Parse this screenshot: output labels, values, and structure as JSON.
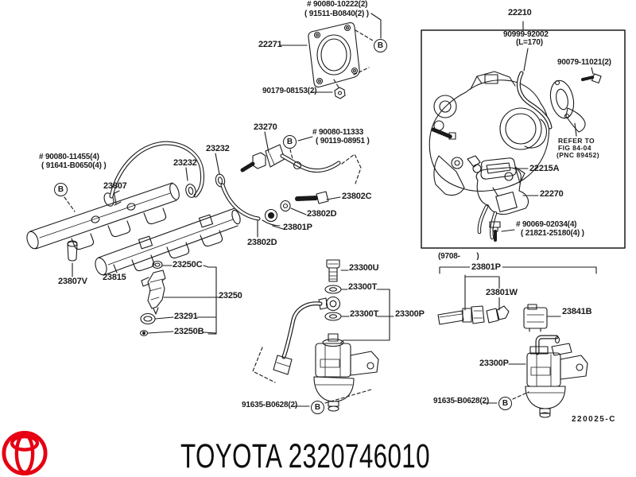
{
  "callout": {
    "letter": "B"
  },
  "drawing_code": "220025-C",
  "footer": {
    "text": "TOYOTA 2320746010"
  },
  "colors": {
    "toyota_red": "#e60012",
    "line": "#1a1a1a",
    "background": "#ffffff"
  },
  "parts": {
    "p90080_10222": "# 90080-10222(2)",
    "p91511_B0840": "( 91511-B0840(2) )",
    "p22271": "22271",
    "p90179_08153": "90179-08153(2)",
    "p22210": "22210",
    "p90999_92002": "90999-92002",
    "p90999_len": "(L=170)",
    "p90079_11021": "90079-11021(2)",
    "refer_line1": "REFER TO",
    "refer_line2": "FIG 84-04",
    "refer_line3": "(PNC 89452)",
    "p22215A": "22215A",
    "p22270": "22270",
    "p90069_02034": "# 90069-02034(4)",
    "p21821_25180": "( 21821-25180(4) )",
    "p90080_11455": "# 90080-11455(4)",
    "p91641_B0650": "( 91641-B0650(4) )",
    "p23807": "23807",
    "p23232": "23232",
    "p23270": "23270",
    "p90080_11333": "# 90080-11333",
    "p90119_08951": "( 90119-08951 )",
    "p23802C": "23802C",
    "p23802D": "23802D",
    "p23801P": "23801P",
    "p23807V": "23807V",
    "p23815": "23815",
    "p23250C": "23250C",
    "p23250": "23250",
    "p23291": "23291",
    "p23250B": "23250B",
    "p23300U": "23300U",
    "p23300T": "23300T",
    "p23300P": "23300P",
    "p91635_B0628": "91635-B0628(2)",
    "section_9708": "(9708-        )",
    "p23801W": "23801W",
    "p23841B": "23841B"
  }
}
